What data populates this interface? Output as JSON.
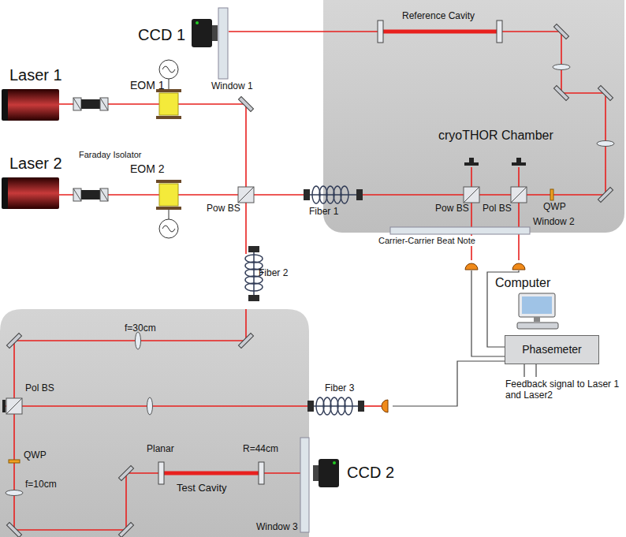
{
  "diagram": {
    "nodes": [
      {
        "text": [
          "cryoTHOR Chamber"
        ]
      },
      {
        "text": [
          "Laser 1"
        ]
      },
      {
        "text": [
          "Laser 2"
        ]
      },
      {
        "text": [
          "Computer"
        ]
      },
      {
        "text": [
          "Phasemeter"
        ]
      }
    ],
    "labels": [
      "Faraday Isolator",
      "EOM 1",
      "EOM 2",
      "Pow BS",
      "Fiber 1",
      "Fiber 2",
      "CCD 1",
      "Window 1",
      "Reference Cavity",
      "Pow BS",
      "Pol BS",
      "QWP",
      "Carrier-Carrier Beat Note",
      "Window 2",
      "f=30cm",
      "Pol BS",
      "Fiber 3",
      "QWP",
      "f=10cm",
      "Planar",
      "R=44cm",
      "Test Cavity",
      "CCD 2",
      "Window 3",
      "Feedback signal to Laser 1 and Laser2"
    ]
  }
}
